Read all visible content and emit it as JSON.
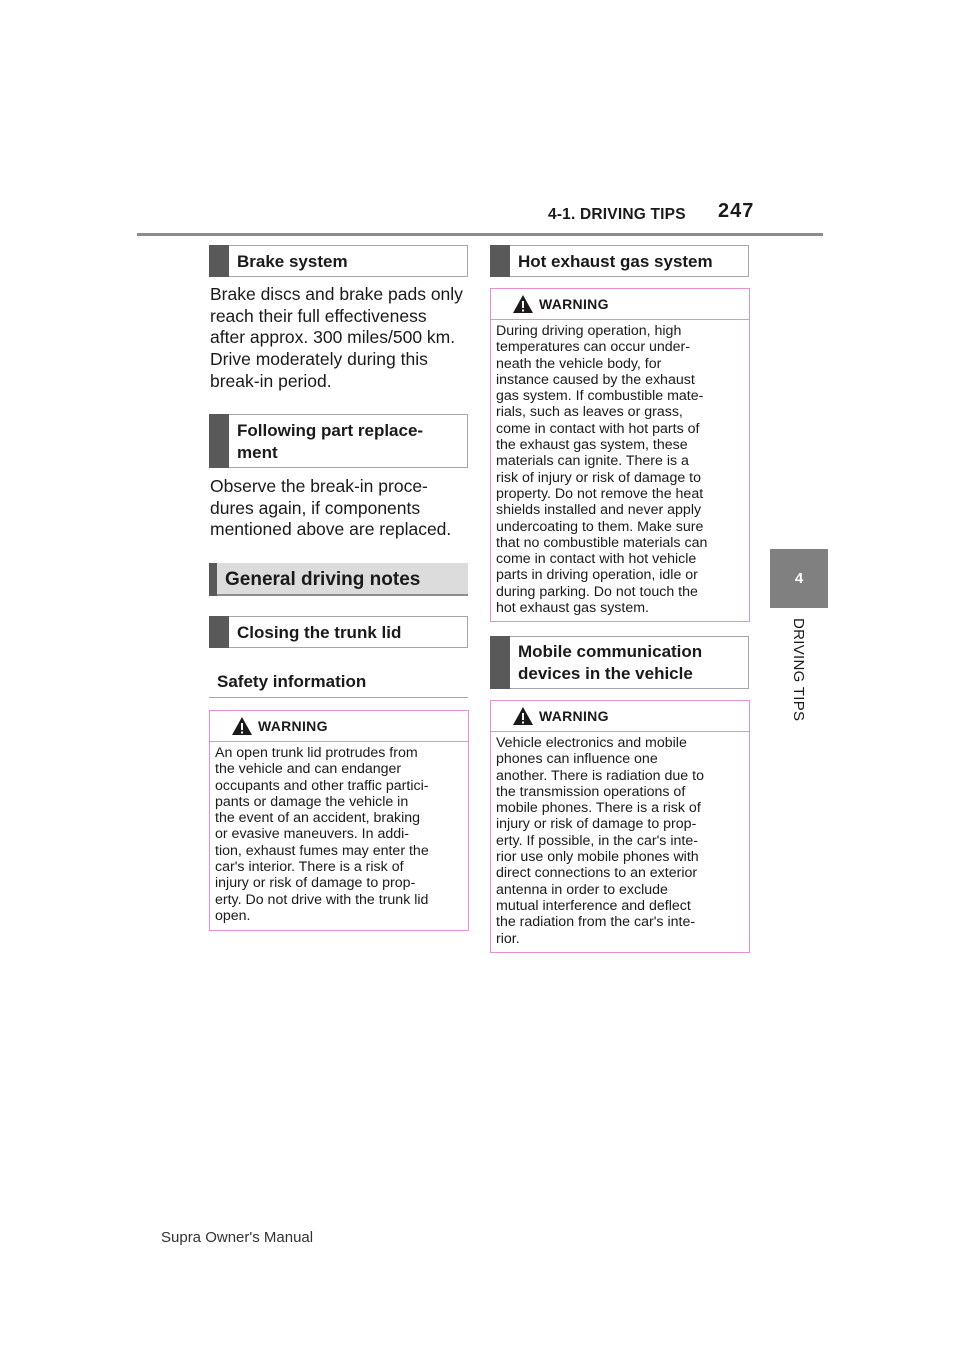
{
  "header": {
    "section_title": "4-1. DRIVING TIPS",
    "page_number": "247"
  },
  "side_tab": {
    "chapter_number": "4",
    "chapter_label": "DRIVING TIPS"
  },
  "left_column": {
    "brake_heading": "Brake system",
    "brake_lines": [
      "Brake discs and brake pads only",
      "reach their full effectiveness",
      "after approx. 300 miles/500 km.",
      "Drive moderately during this",
      "break-in period."
    ],
    "following_heading_lines": [
      "Following part replace-",
      "ment"
    ],
    "following_lines": [
      "Observe the break-in proce-",
      "dures again, if components",
      "mentioned above are replaced."
    ],
    "general_heading": "General driving notes",
    "trunk_heading": "Closing the trunk lid",
    "safety_heading": "Safety information",
    "warning": {
      "label": "WARNING",
      "lines": [
        "An open trunk lid protrudes from",
        "the vehicle and can endanger",
        "occupants and other traffic partici-",
        "pants or damage the vehicle in",
        "the event of an accident, braking",
        "or evasive maneuvers. In addi-",
        "tion, exhaust fumes may enter the",
        "car's interior. There is a risk of",
        "injury or risk of damage to prop-",
        "erty. Do not drive with the trunk lid",
        "open."
      ]
    }
  },
  "right_column": {
    "exhaust_heading": "Hot exhaust gas system",
    "exhaust_warning": {
      "label": "WARNING",
      "lines": [
        "During driving operation, high",
        "temperatures can occur under-",
        "neath the vehicle body, for",
        "instance caused by the exhaust",
        "gas system. If combustible mate-",
        "rials, such as leaves or grass,",
        "come in contact with hot parts of",
        "the exhaust gas system, these",
        "materials can ignite. There is a",
        "risk of injury or risk of damage to",
        "property. Do not remove the heat",
        "shields installed and never apply",
        "undercoating to them. Make sure",
        "that no combustible materials can",
        "come in contact with hot vehicle",
        "parts in driving operation, idle or",
        "during parking. Do not touch the",
        "hot exhaust gas system."
      ]
    },
    "mobile_heading_lines": [
      "Mobile communication",
      "devices in the vehicle"
    ],
    "mobile_warning": {
      "label": "WARNING",
      "lines": [
        "Vehicle electronics and mobile",
        "phones can influence one",
        "another. There is radiation due to",
        "the transmission operations of",
        "mobile phones. There is a risk of",
        "injury or risk of damage to prop-",
        "erty. If possible, in the car's inte-",
        "rior use only mobile phones with",
        "direct connections to an exterior",
        "antenna in order to exclude",
        "mutual interference and deflect",
        "the radiation from the car's inte-",
        "rior."
      ]
    }
  },
  "footer": {
    "manual_name": "Supra Owner's Manual"
  },
  "colors": {
    "warning_border": "#e88fd0",
    "heading_bar": "#595959",
    "tab_gray": "#808080"
  }
}
